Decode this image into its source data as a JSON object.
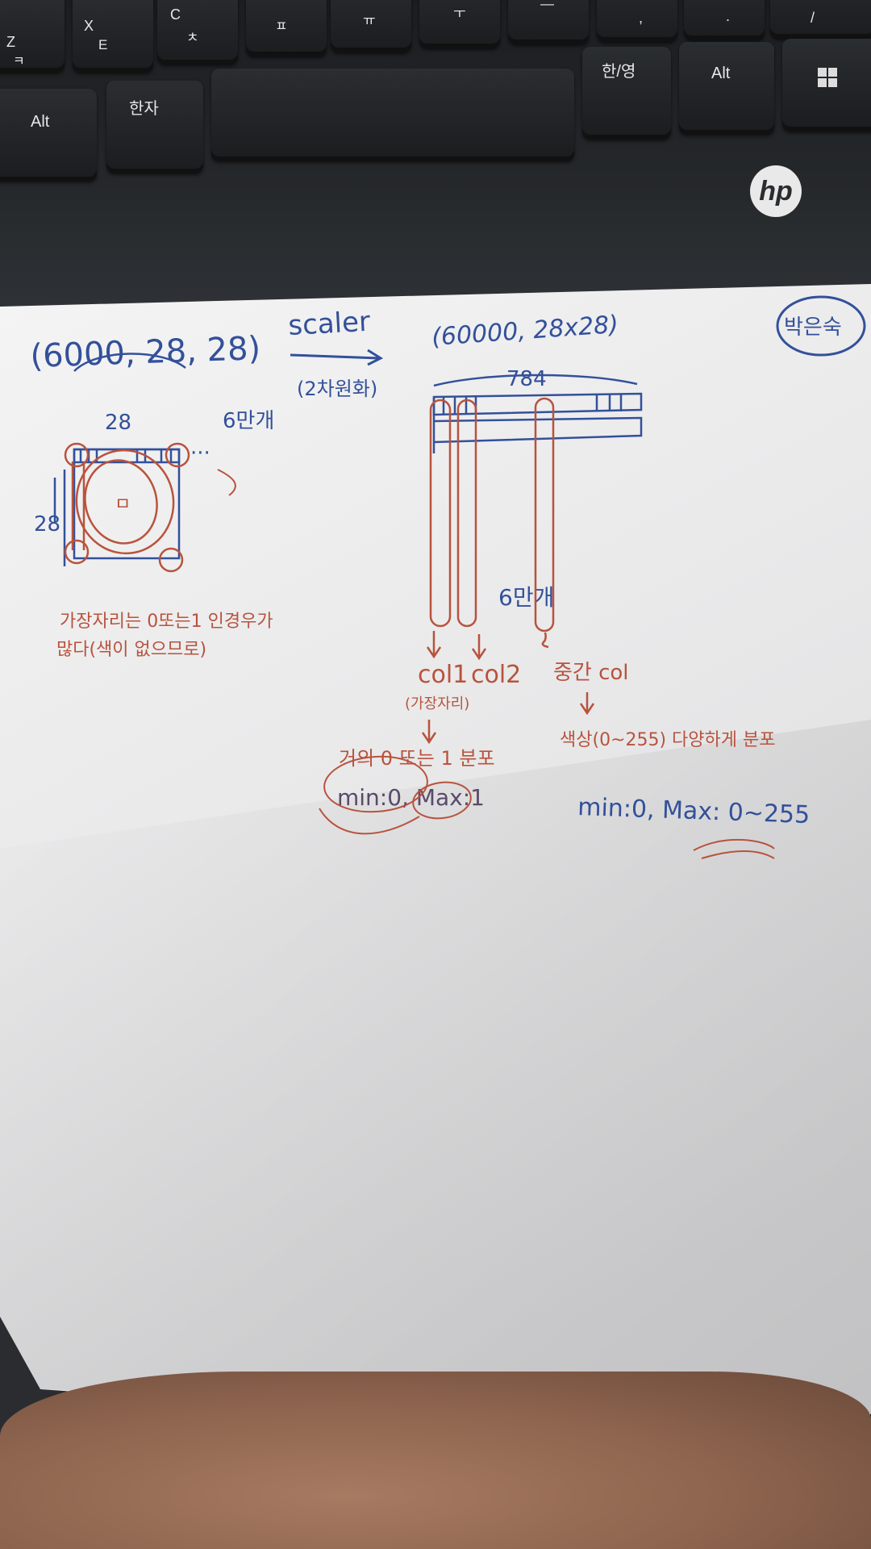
{
  "keyboard": {
    "keys": {
      "z": {
        "latin": "Z",
        "hangul": "ㅋ"
      },
      "x": {
        "latin": "X",
        "hangul": "E"
      },
      "c": {
        "latin": "C",
        "hangul": "ㅊ"
      },
      "v": {
        "hangul": "ㅍ"
      },
      "b": {
        "hangul": "ㅠ"
      },
      "n": {
        "hangul": "ㅜ"
      },
      "m": {
        "hangul": "—"
      },
      "comma": {
        "label": ","
      },
      "period": {
        "label": "."
      },
      "slash": {
        "label": "/"
      },
      "alt_left": "Alt",
      "hanja": "한자",
      "han_yeong": "한/영",
      "alt_right": "Alt"
    },
    "brand": "hp"
  },
  "notes": {
    "shape_left": "(6000, 28, 28)",
    "scaler": "scaler",
    "scaler_note": "(2차원화)",
    "shape_right": "(60000, 28x28)",
    "width_784": "784",
    "count_60k_left": "6만개",
    "count_60k_right": "6만개",
    "dim_top": "28",
    "dim_side": "28",
    "center_mark": "ㅁ",
    "dots": "···",
    "name_circle": "박은숙",
    "edge_note_line1": "가장자리는 0또는1 인경우가",
    "edge_note_line2": "많다(색이 없으므로)",
    "col1": "col1",
    "col2": "col2",
    "col_mid": "중간 col",
    "edge_label": "(가장자리)",
    "edge_dist": "거의 0 또는 1 분포",
    "edge_minmax": "min:0, Max:1",
    "mid_dist": "색상(0~255) 다양하게 분포",
    "mid_minmax": "min:0, Max: 0~255"
  }
}
